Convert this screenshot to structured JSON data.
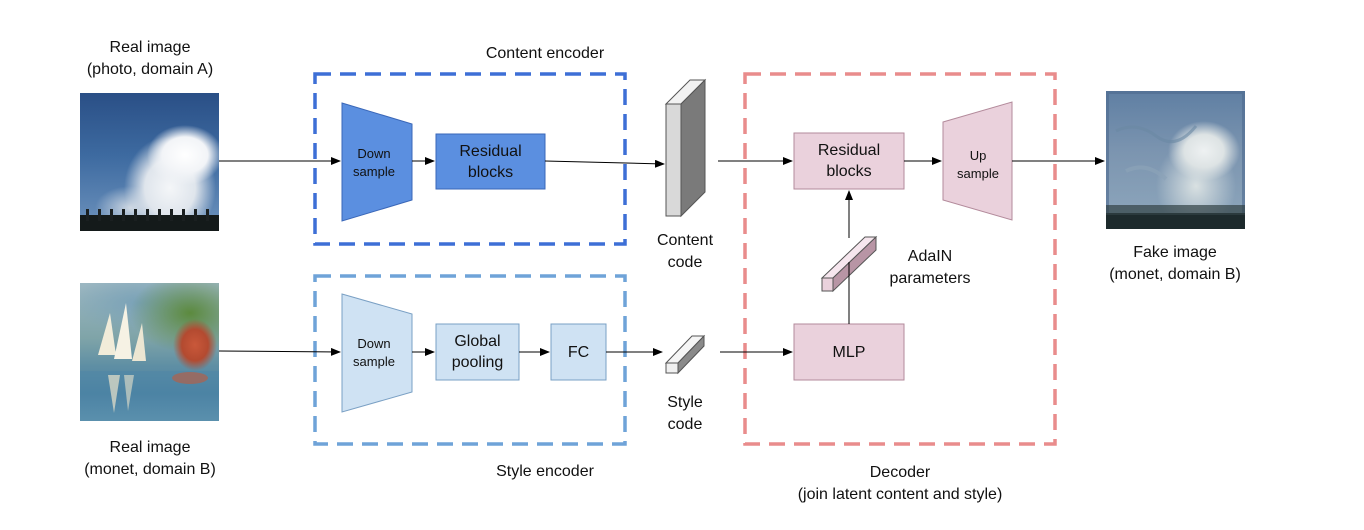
{
  "inputs": {
    "photo_label_line1": "Real image",
    "photo_label_line2": "(photo, domain A)",
    "monet_label_line1": "Real image",
    "monet_label_line2": "(monet, domain B)"
  },
  "output": {
    "label_line1": "Fake image",
    "label_line2": "(monet, domain B)"
  },
  "content_encoder": {
    "title": "Content encoder",
    "downsample_line1": "Down",
    "downsample_line2": "sample",
    "residual_line1": "Residual",
    "residual_line2": "blocks",
    "box_color": "#3d6fd6",
    "fill_color": "#5b8fe0"
  },
  "style_encoder": {
    "title": "Style encoder",
    "downsample_line1": "Down",
    "downsample_line2": "sample",
    "pooling_line1": "Global",
    "pooling_line2": "pooling",
    "fc": "FC",
    "box_color": "#6fa3d8",
    "fill_color": "#cfe2f3"
  },
  "codes": {
    "content_line1": "Content",
    "content_line2": "code",
    "style_line1": "Style",
    "style_line2": "code"
  },
  "decoder": {
    "title_line1": "Decoder",
    "title_line2": "(join latent content and style)",
    "residual_line1": "Residual",
    "residual_line2": "blocks",
    "upsample_line1": "Up",
    "upsample_line2": "sample",
    "mlp": "MLP",
    "adain_line1": "AdaIN",
    "adain_line2": "parameters",
    "box_color": "#e98c8c",
    "fill_color": "#ead1dc"
  }
}
